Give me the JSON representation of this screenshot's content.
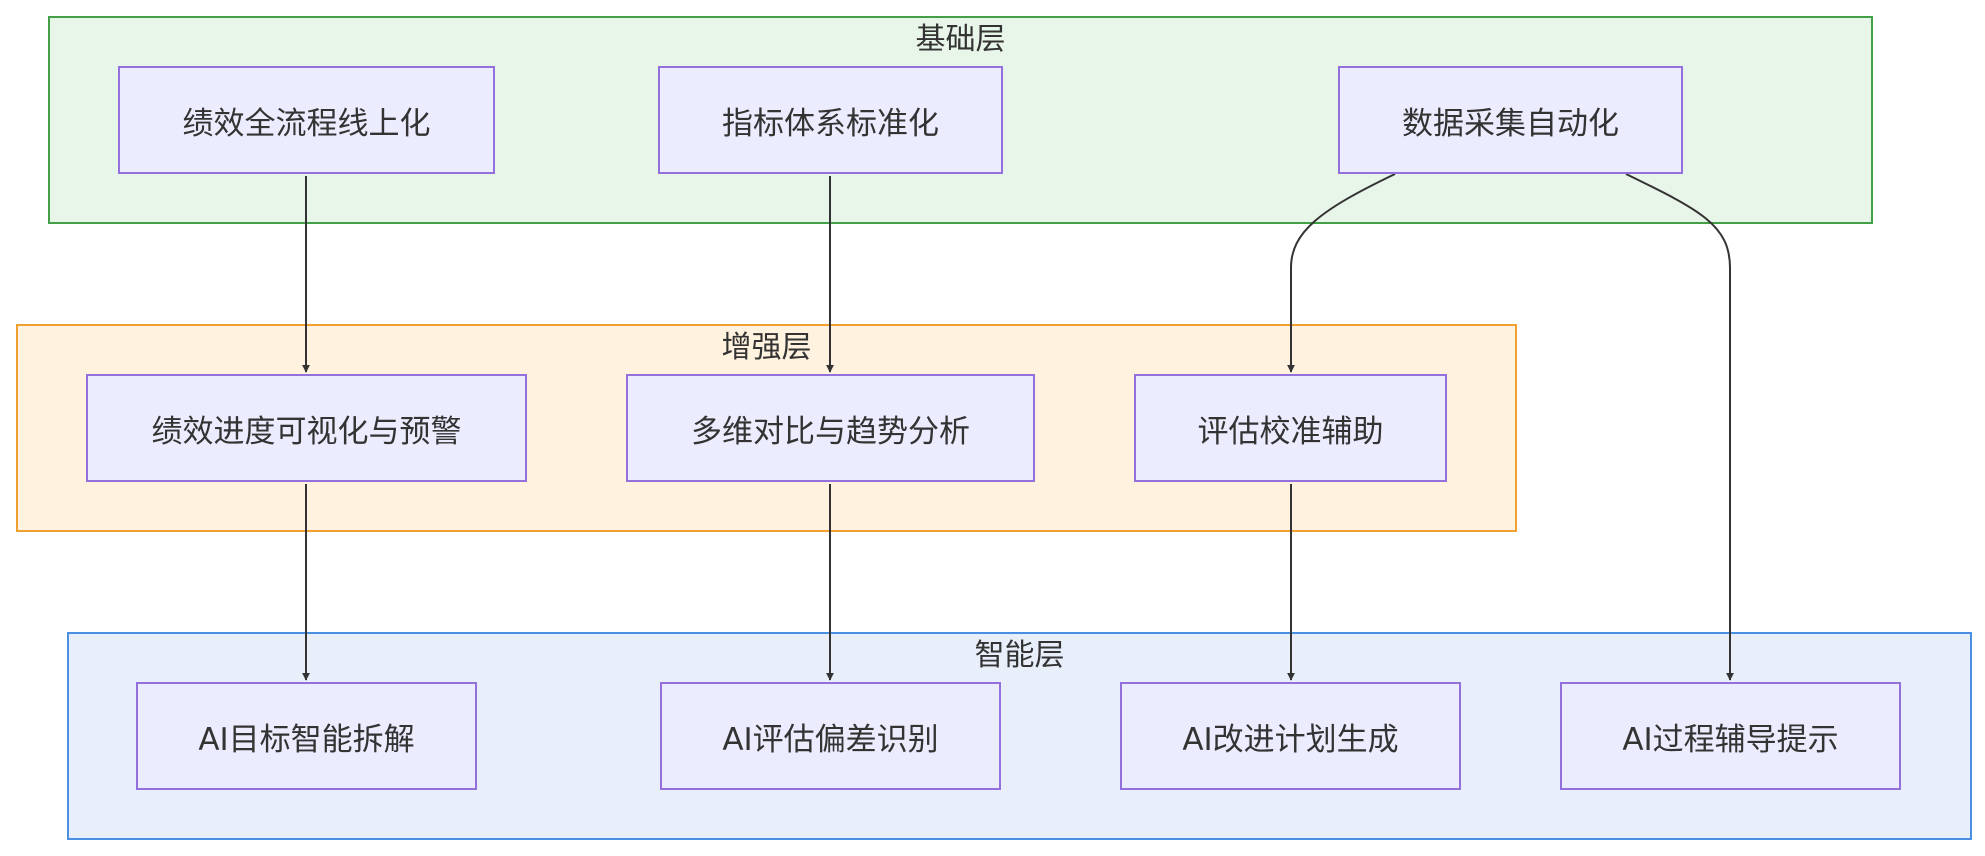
{
  "layers": {
    "base": {
      "title": "基础层",
      "nodes": [
        "绩效全流程线上化",
        "指标体系标准化",
        "数据采集自动化"
      ]
    },
    "enhance": {
      "title": "增强层",
      "nodes": [
        "绩效进度可视化与预警",
        "多维对比与趋势分析",
        "评估校准辅助"
      ]
    },
    "ai": {
      "title": "智能层",
      "nodes": [
        "AI目标智能拆解",
        "AI评估偏差识别",
        "AI改进计划生成",
        "AI过程辅导提示"
      ]
    }
  },
  "colors": {
    "node_fill": "#ececff",
    "node_border": "#9370db",
    "base_fill": "#e8f5e9",
    "base_border": "#43a047",
    "enhance_fill": "#fff2df",
    "enhance_border": "#f0a030",
    "ai_fill": "#e8effb",
    "ai_border": "#4a90e2",
    "edge": "#333333"
  }
}
